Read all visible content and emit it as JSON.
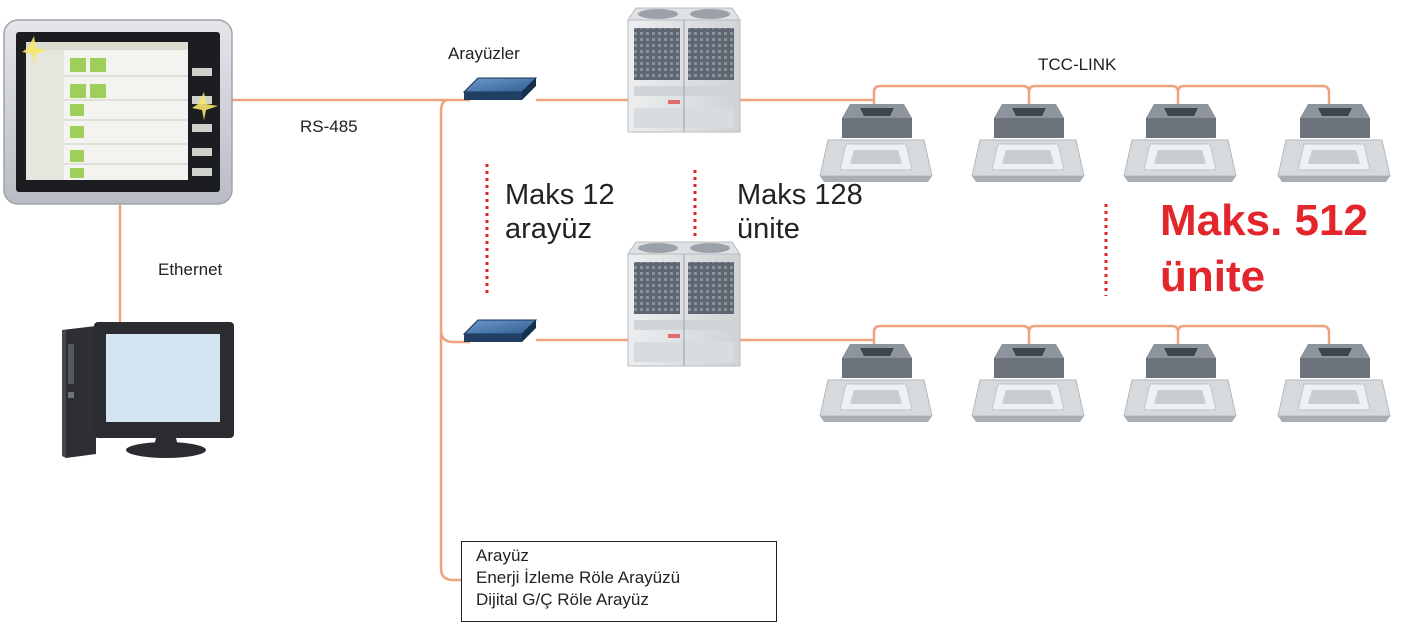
{
  "labels": {
    "interfaces": "Arayüzler",
    "rs485": "RS-485",
    "ethernet": "Ethernet",
    "tcc_link": "TCC-LINK",
    "max_interfaces_line1": "Maks 12",
    "max_interfaces_line2": "arayüz",
    "max_outdoor_line1": "Maks 128",
    "max_outdoor_line2": "ünite",
    "max_units_line1": "Maks. 512",
    "max_units_line2": "ünite"
  },
  "legend": {
    "items": [
      "Arayüz",
      "Enerji İzleme Röle Arayüzü",
      "Dijital G/Ç Röle Arayüz"
    ]
  },
  "colors": {
    "wire": "#f0a27e",
    "dotted": "#d8242a",
    "highlight": "#e3262c",
    "interface_box": "#2a5a8c"
  },
  "icons": {
    "controller": "touch-panel-controller-icon",
    "pc": "desktop-pc-icon",
    "interface": "interface-box-icon",
    "outdoor_unit": "vrf-outdoor-unit-icon",
    "indoor_unit": "cassette-indoor-unit-icon"
  }
}
